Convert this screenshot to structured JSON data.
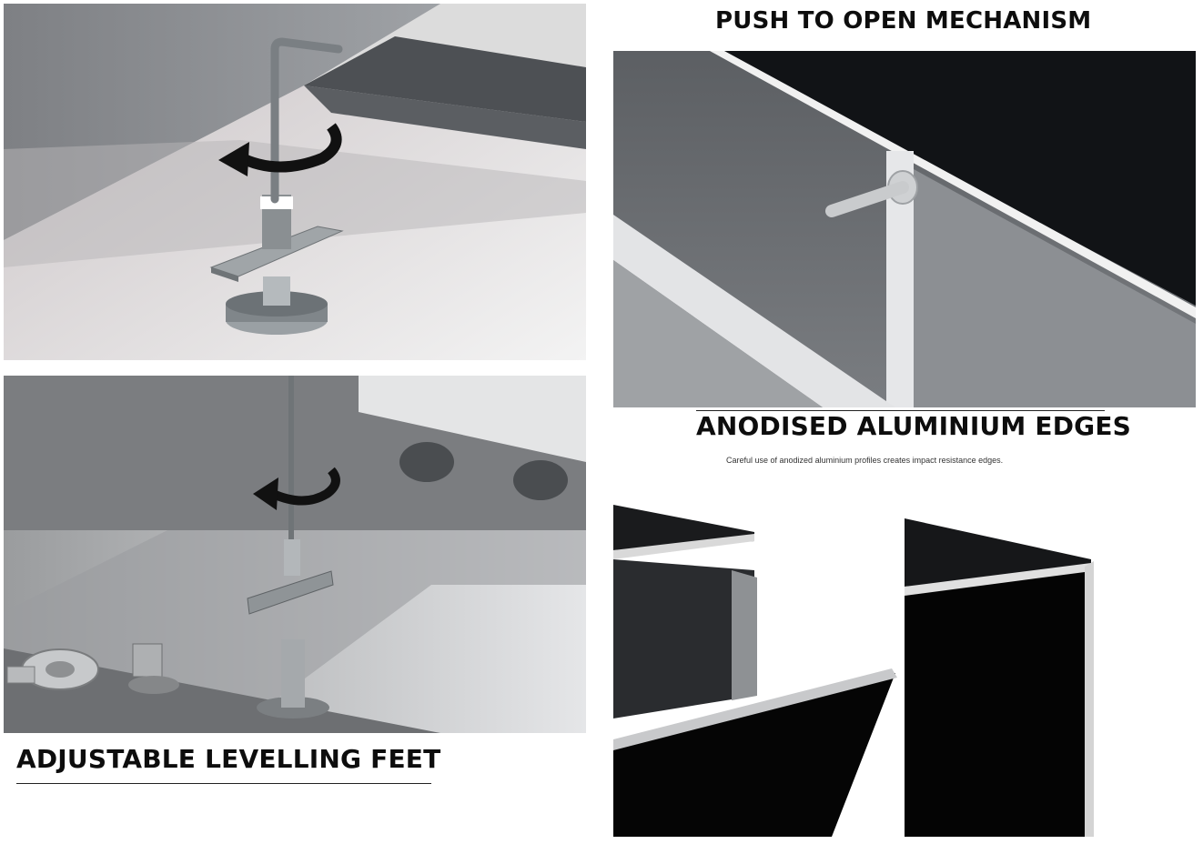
{
  "sections": {
    "push_to_open": {
      "title": "PUSH TO OPEN MECHANISM"
    },
    "aluminium_edges": {
      "title": "ANODISED ALUMINIUM EDGES",
      "description": "Careful use of anodized aluminium profiles creates impact resistance edges."
    },
    "levelling_feet": {
      "title": "ADJUSTABLE LEVELLING FEET"
    }
  },
  "icons": [
    "allen-key-icon",
    "rotate-arrow-icon",
    "screwdriver-icon",
    "hinge-icon"
  ],
  "colors": {
    "cabinet_grey": "#7a7d80",
    "panel_black": "#0a0a0a",
    "aluminium": "#d8d8d8",
    "text": "#0d0d0d"
  }
}
